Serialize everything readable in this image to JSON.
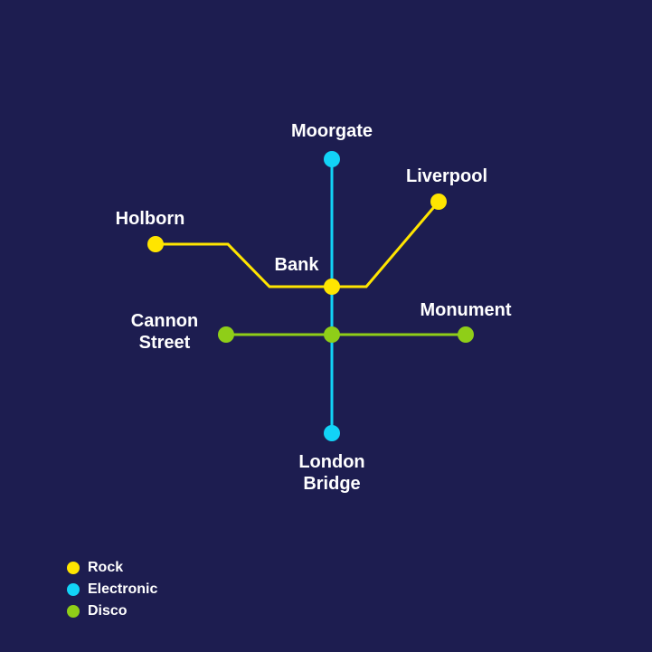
{
  "lines": [
    {
      "id": "rock",
      "name": "Rock",
      "color": "#ffe500"
    },
    {
      "id": "electronic",
      "name": "Electronic",
      "color": "#12d3f7"
    },
    {
      "id": "disco",
      "name": "Disco",
      "color": "#8fce18"
    }
  ],
  "stations": {
    "moorgate": {
      "line1": "Moorgate",
      "line2": ""
    },
    "liverpool": {
      "line1": "Liverpool",
      "line2": ""
    },
    "holborn": {
      "line1": "Holborn",
      "line2": ""
    },
    "bank": {
      "line1": "Bank",
      "line2": ""
    },
    "cannon_street": {
      "line1": "Cannon",
      "line2": "Street"
    },
    "monument": {
      "line1": "Monument",
      "line2": ""
    },
    "london_bridge": {
      "line1": "London",
      "line2": "Bridge"
    }
  },
  "background_color": "#1d1d50"
}
